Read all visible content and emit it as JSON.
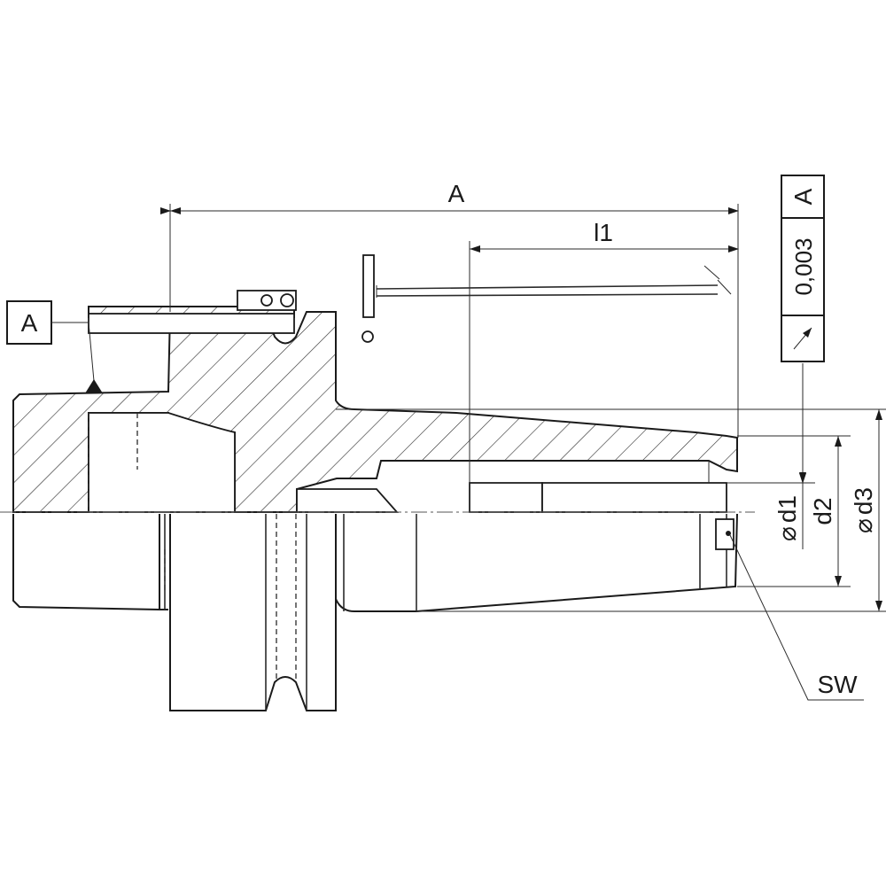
{
  "datum_label": "A",
  "dimensions": {
    "overall_length": "A",
    "l1": "l1",
    "d1": "d1",
    "d2": "d2",
    "d3": "d3",
    "diameter_symbol": "⌀"
  },
  "tolerance_frame": {
    "value": "0,003",
    "datum": "A",
    "symbol": "runout-arrow"
  },
  "wrench_label": "SW",
  "colors": {
    "line": "#1a1a1a",
    "background": "#ffffff"
  }
}
